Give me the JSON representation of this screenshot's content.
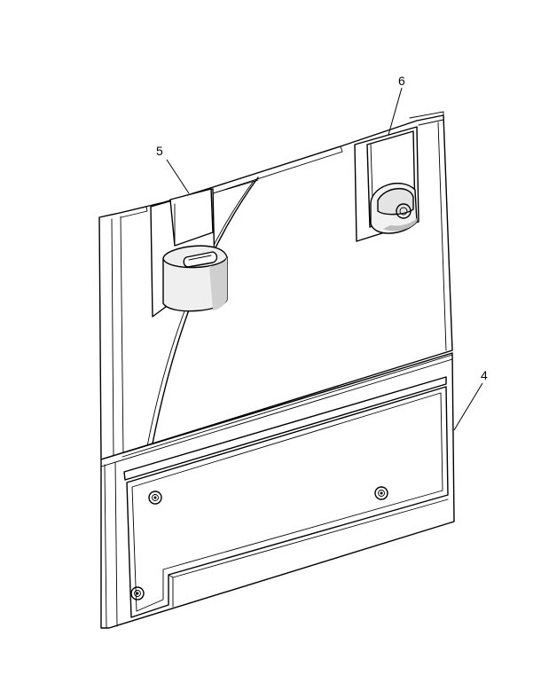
{
  "callouts": [
    {
      "label": "5"
    },
    {
      "label": "6"
    },
    {
      "label": "4"
    }
  ],
  "colors": {
    "line": "#000000",
    "panel": "#ffffff",
    "shade": "#dcdcdc",
    "shade_dark": "#b8b8b8"
  }
}
